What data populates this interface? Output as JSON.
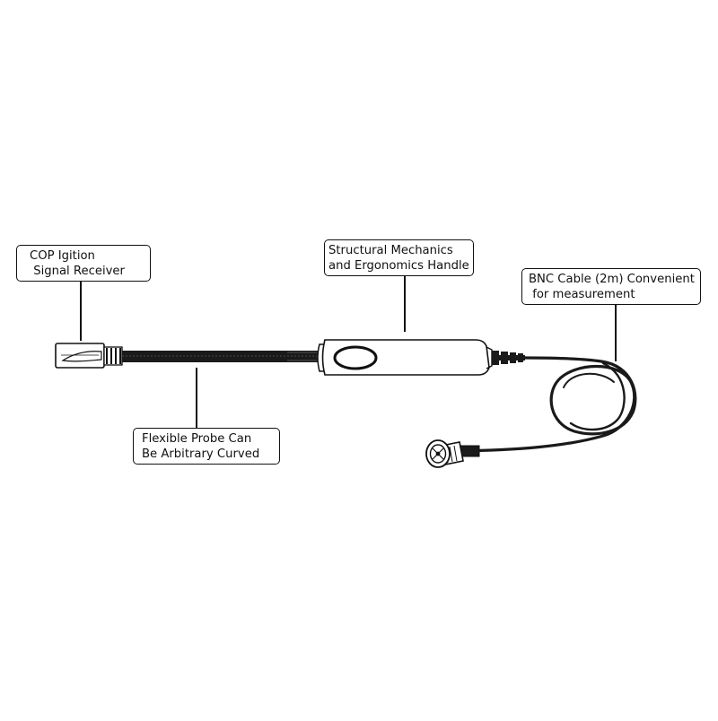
{
  "colors": {
    "ink": "#111111",
    "cable": "#1a1a1a",
    "background": "#ffffff"
  },
  "callouts": {
    "receiver": {
      "line1": "COP Igition",
      "line2": " Signal Receiver"
    },
    "handle": {
      "line1": "Structural Mechanics",
      "line2": "and Ergonomics Handle"
    },
    "bnc": {
      "line1": "BNC Cable (2m) Convenient",
      "line2": " for measurement"
    },
    "probe": {
      "line1": "Flexible Probe Can",
      "line2": "Be Arbitrary Curved"
    }
  }
}
